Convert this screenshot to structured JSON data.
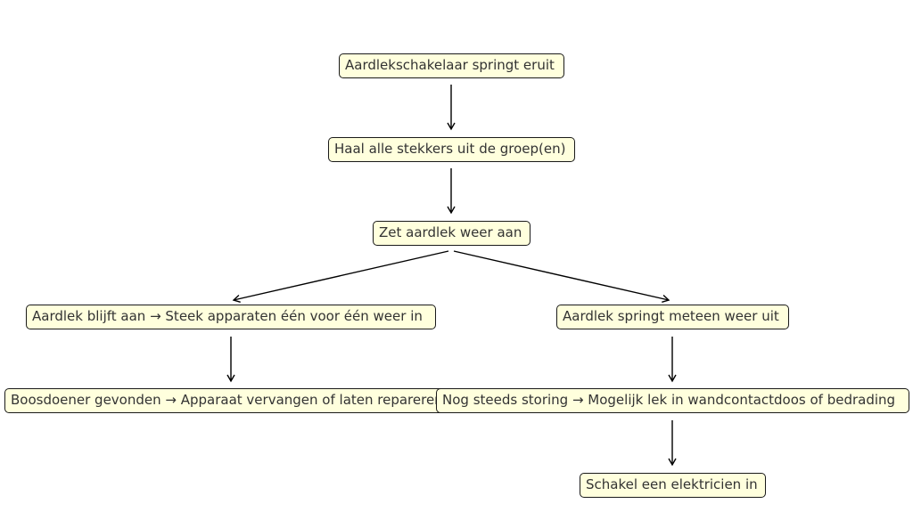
{
  "diagram": {
    "type": "flowchart",
    "nodes": [
      {
        "id": "n1",
        "label": "Aardlekschakelaar springt eruit"
      },
      {
        "id": "n2",
        "label": "Haal alle stekkers uit de groep(en)"
      },
      {
        "id": "n3",
        "label": "Zet aardlek weer aan"
      },
      {
        "id": "n4",
        "label": "Aardlek blijft aan → Steek apparaten één voor één weer in"
      },
      {
        "id": "n5",
        "label": "Aardlek springt meteen weer uit"
      },
      {
        "id": "n6",
        "label": "Boosdoener gevonden → Apparaat vervangen of laten repareren"
      },
      {
        "id": "n7",
        "label": "Nog steeds storing → Mogelijk lek in wandcontactdoos of bedrading"
      },
      {
        "id": "n8",
        "label": "Schakel een elektricien in"
      }
    ],
    "edges": [
      {
        "from": "n1",
        "to": "n2"
      },
      {
        "from": "n2",
        "to": "n3"
      },
      {
        "from": "n3",
        "to": "n4"
      },
      {
        "from": "n3",
        "to": "n5"
      },
      {
        "from": "n4",
        "to": "n6"
      },
      {
        "from": "n5",
        "to": "n7"
      },
      {
        "from": "n7",
        "to": "n8"
      }
    ],
    "colors": {
      "node_fill": "#ffffdd",
      "node_border": "#1a1a1a",
      "text": "#333333",
      "edge": "#000000"
    }
  }
}
